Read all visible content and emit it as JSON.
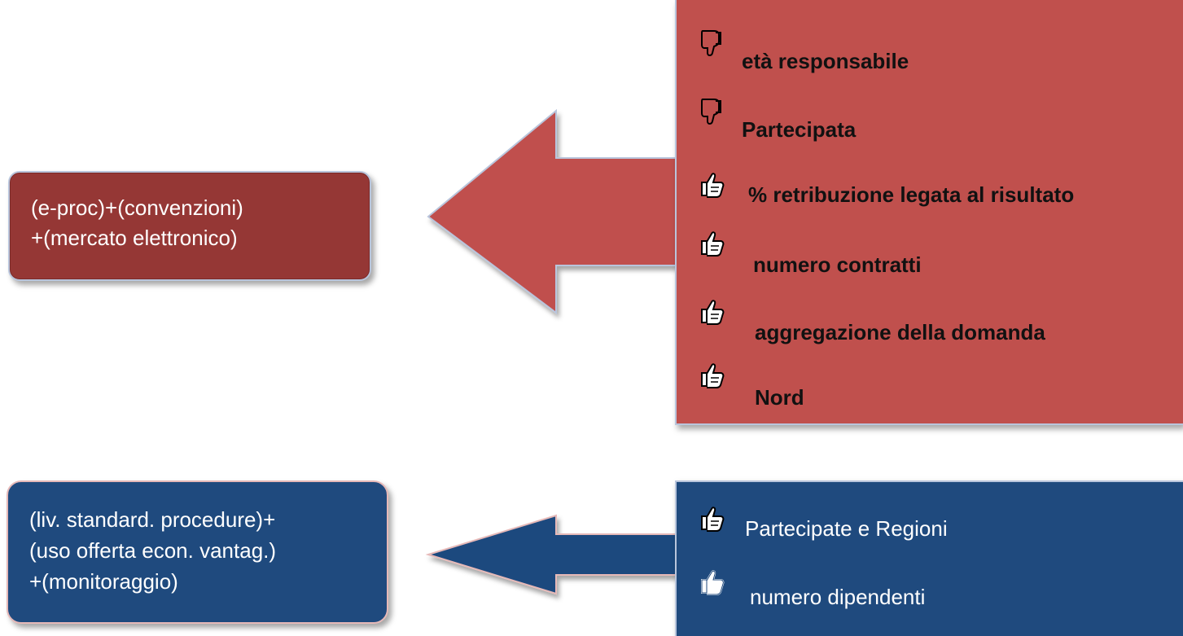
{
  "top_group": {
    "formula_lines": [
      "(e-proc)+(convenzioni)",
      "+(mercato elettronico)"
    ],
    "factors": [
      {
        "label": "età responsabile",
        "icon": "thumbs-down-icon"
      },
      {
        "label": "Partecipata",
        "icon": "thumbs-down-icon"
      },
      {
        "label": "% retribuzione legata al risultato",
        "icon": "thumbs-up-icon"
      },
      {
        "label": "numero contratti",
        "icon": "thumbs-up-icon"
      },
      {
        "label": "aggregazione della domanda",
        "icon": "thumbs-up-icon"
      },
      {
        "label": "Nord",
        "icon": "thumbs-up-icon"
      }
    ],
    "colors": {
      "box": "#953735",
      "panel": "#c0504d",
      "arrow": "#c0504d"
    }
  },
  "bottom_group": {
    "formula_lines": [
      "(liv. standard. procedure)+",
      "(uso offerta econ. vantag.)",
      "+(monitoraggio)"
    ],
    "factors": [
      {
        "label": "Partecipate e Regioni",
        "icon": "thumbs-up-icon"
      },
      {
        "label": "numero dipendenti",
        "icon": "thumbs-up-outline-icon"
      }
    ],
    "colors": {
      "box": "#1f4a7e",
      "panel": "#1f4a7e",
      "arrow": "#1f4a7e"
    }
  }
}
